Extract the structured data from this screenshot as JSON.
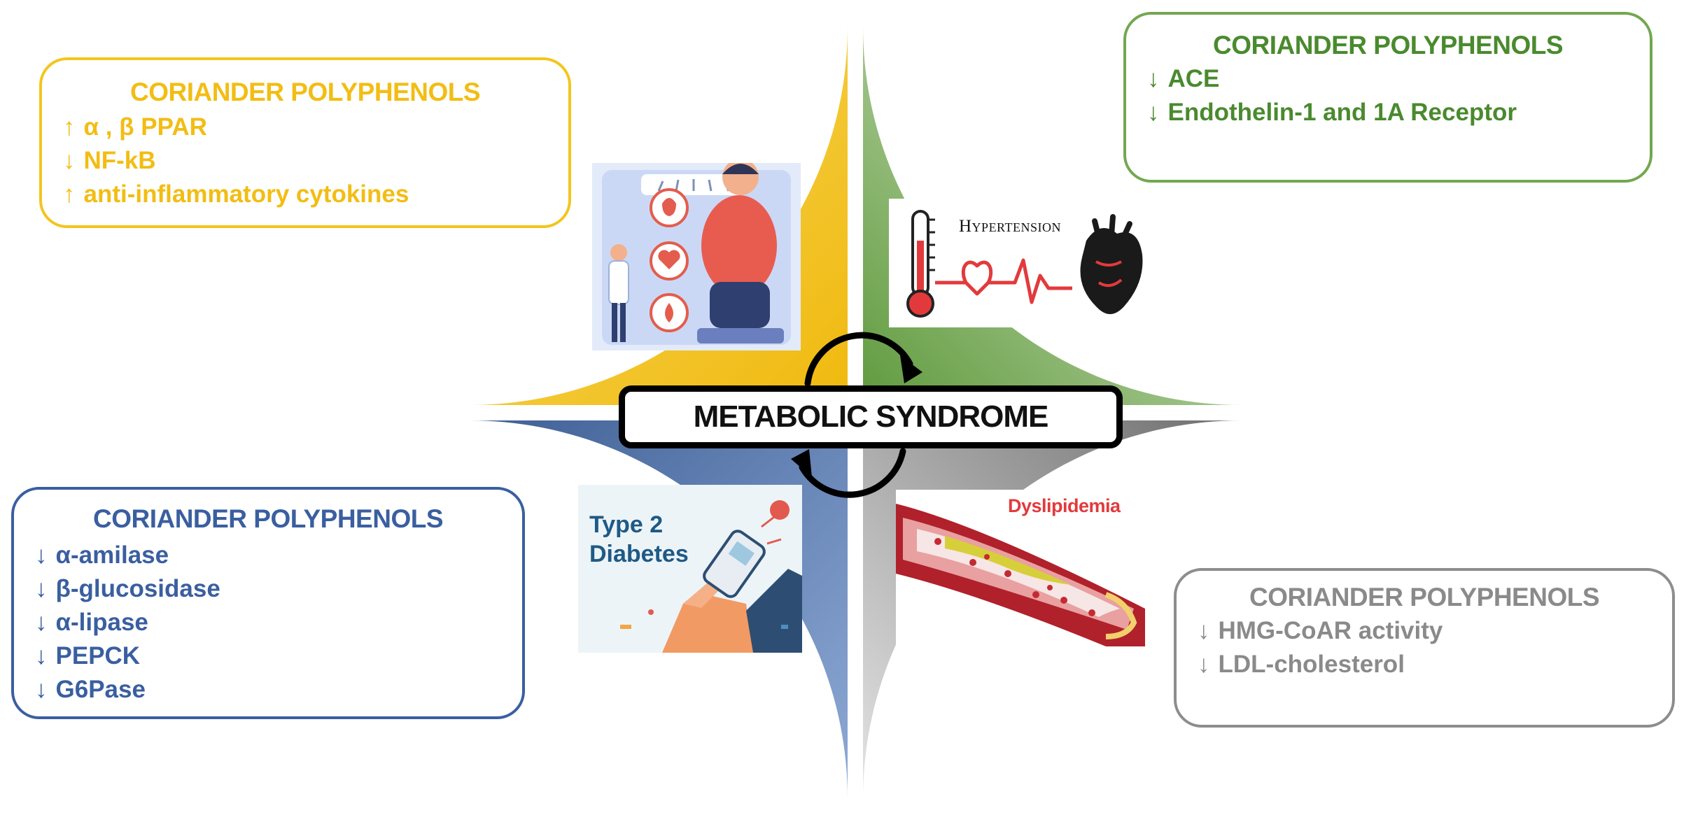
{
  "center_label": "METABOLIC SYNDROME",
  "colors": {
    "obesity_quadrant": "#f3c51c",
    "hypertension_quadrant": "#73a750",
    "diabetes_quadrant": "#4f6d9e",
    "dyslipidemia_quadrant": "#8d8d8d",
    "obesity_text": "#f2bd14",
    "hypertension_text": "#4a8a2e",
    "diabetes_text": "#3a5fa0",
    "dyslipidemia_text": "#8a8a8a"
  },
  "boxes": {
    "obesity": {
      "heading": "CORIANDER POLYPHENOLS",
      "items": [
        {
          "arrow": "↑",
          "text": "α , β PPAR"
        },
        {
          "arrow": "↓",
          "text": "NF-kB"
        },
        {
          "arrow": "↑",
          "text": "anti-inflammatory cytokines"
        }
      ]
    },
    "hypertension": {
      "heading": "CORIANDER POLYPHENOLS",
      "items": [
        {
          "arrow": "↓",
          "text": "ACE"
        },
        {
          "arrow": "↓",
          "text": "Endothelin-1 and 1A Receptor"
        }
      ]
    },
    "diabetes": {
      "heading": "CORIANDER POLYPHENOLS",
      "items": [
        {
          "arrow": "↓",
          "text": "α-amilase"
        },
        {
          "arrow": "↓",
          "text": "β-glucosidase"
        },
        {
          "arrow": "↓",
          "text": "α-lipase"
        },
        {
          "arrow": "↓",
          "text": "PEPCK"
        },
        {
          "arrow": "↓",
          "text": "G6Pase"
        }
      ]
    },
    "dyslipidemia": {
      "heading": "CORIANDER POLYPHENOLS",
      "items": [
        {
          "arrow": "↓",
          "text": "HMG-CoAR activity"
        },
        {
          "arrow": "↓",
          "text": "LDL-cholesterol"
        }
      ]
    }
  },
  "images": {
    "obesity": {
      "icon": "obesity-scale-illustration"
    },
    "hypertension": {
      "caption": "Hypertension",
      "icon": "thermometer-heartbeat-heart-illustration"
    },
    "diabetes": {
      "caption": "Type 2\nDiabetes",
      "icon": "glucose-meter-illustration"
    },
    "dyslipidemia": {
      "caption": "Dyslipidemia",
      "icon": "artery-plaque-illustration"
    }
  },
  "cycle_arrows": {
    "icon": "circular-arrows-icon"
  }
}
